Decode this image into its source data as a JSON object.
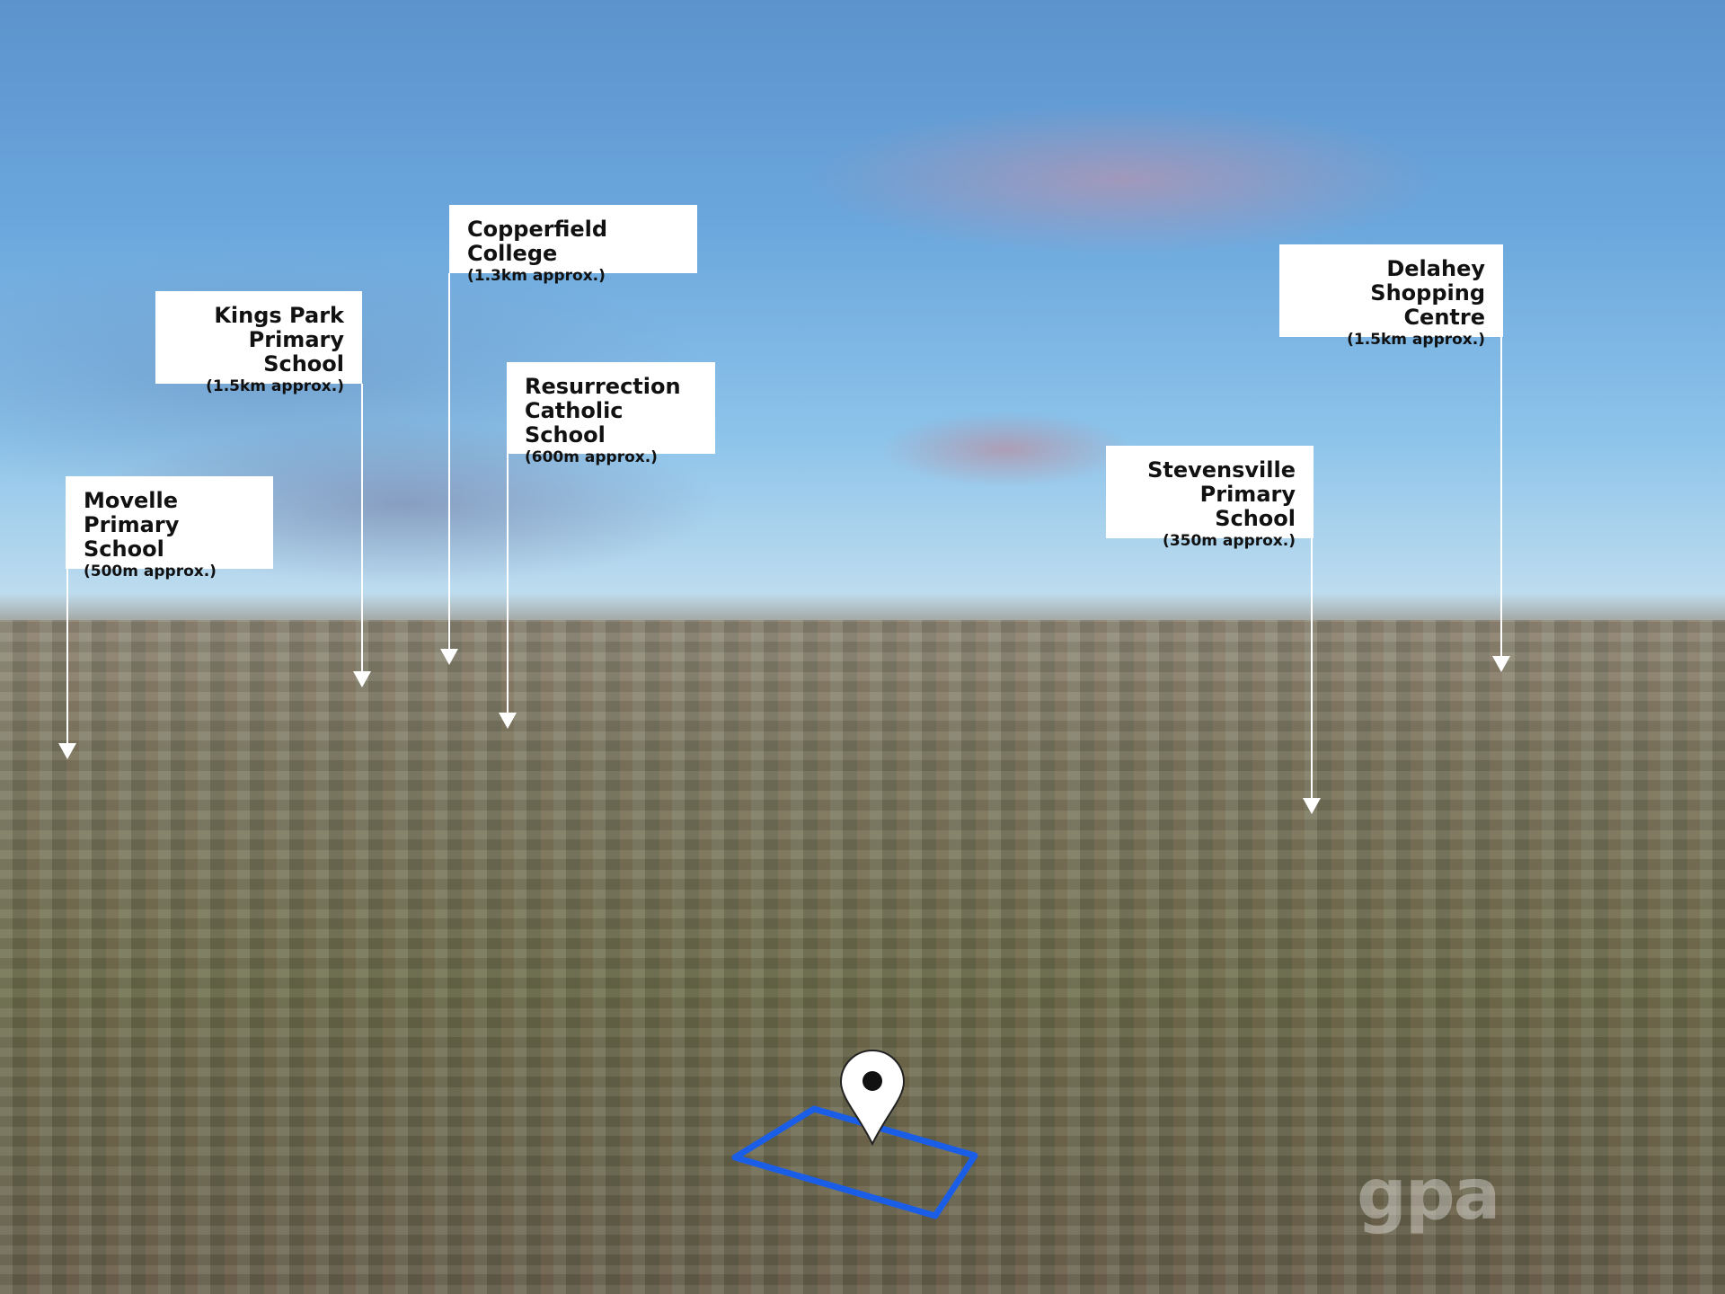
{
  "labels": [
    {
      "name": "Movelle",
      "line2": "Primary School",
      "distance": "(500m approx.)"
    },
    {
      "name": "Kings Park",
      "line2": "Primary School",
      "distance": "(1.5km approx.)"
    },
    {
      "name": "Copperfield College",
      "distance": "(1.3km approx.)"
    },
    {
      "name": "Resurrection",
      "line2": "Catholic School",
      "distance": "(600m approx.)"
    },
    {
      "name": "Stevensville",
      "line2": "Primary School",
      "distance": "(350m approx.)"
    },
    {
      "name": "Delahey",
      "line2": "Shopping Centre",
      "distance": "(1.5km approx.)"
    }
  ],
  "watermark": "gpa",
  "colors": {
    "outline": "#1a5ee8",
    "label_bg": "#ffffff"
  },
  "icons": {
    "pin": "location-pin-icon"
  }
}
